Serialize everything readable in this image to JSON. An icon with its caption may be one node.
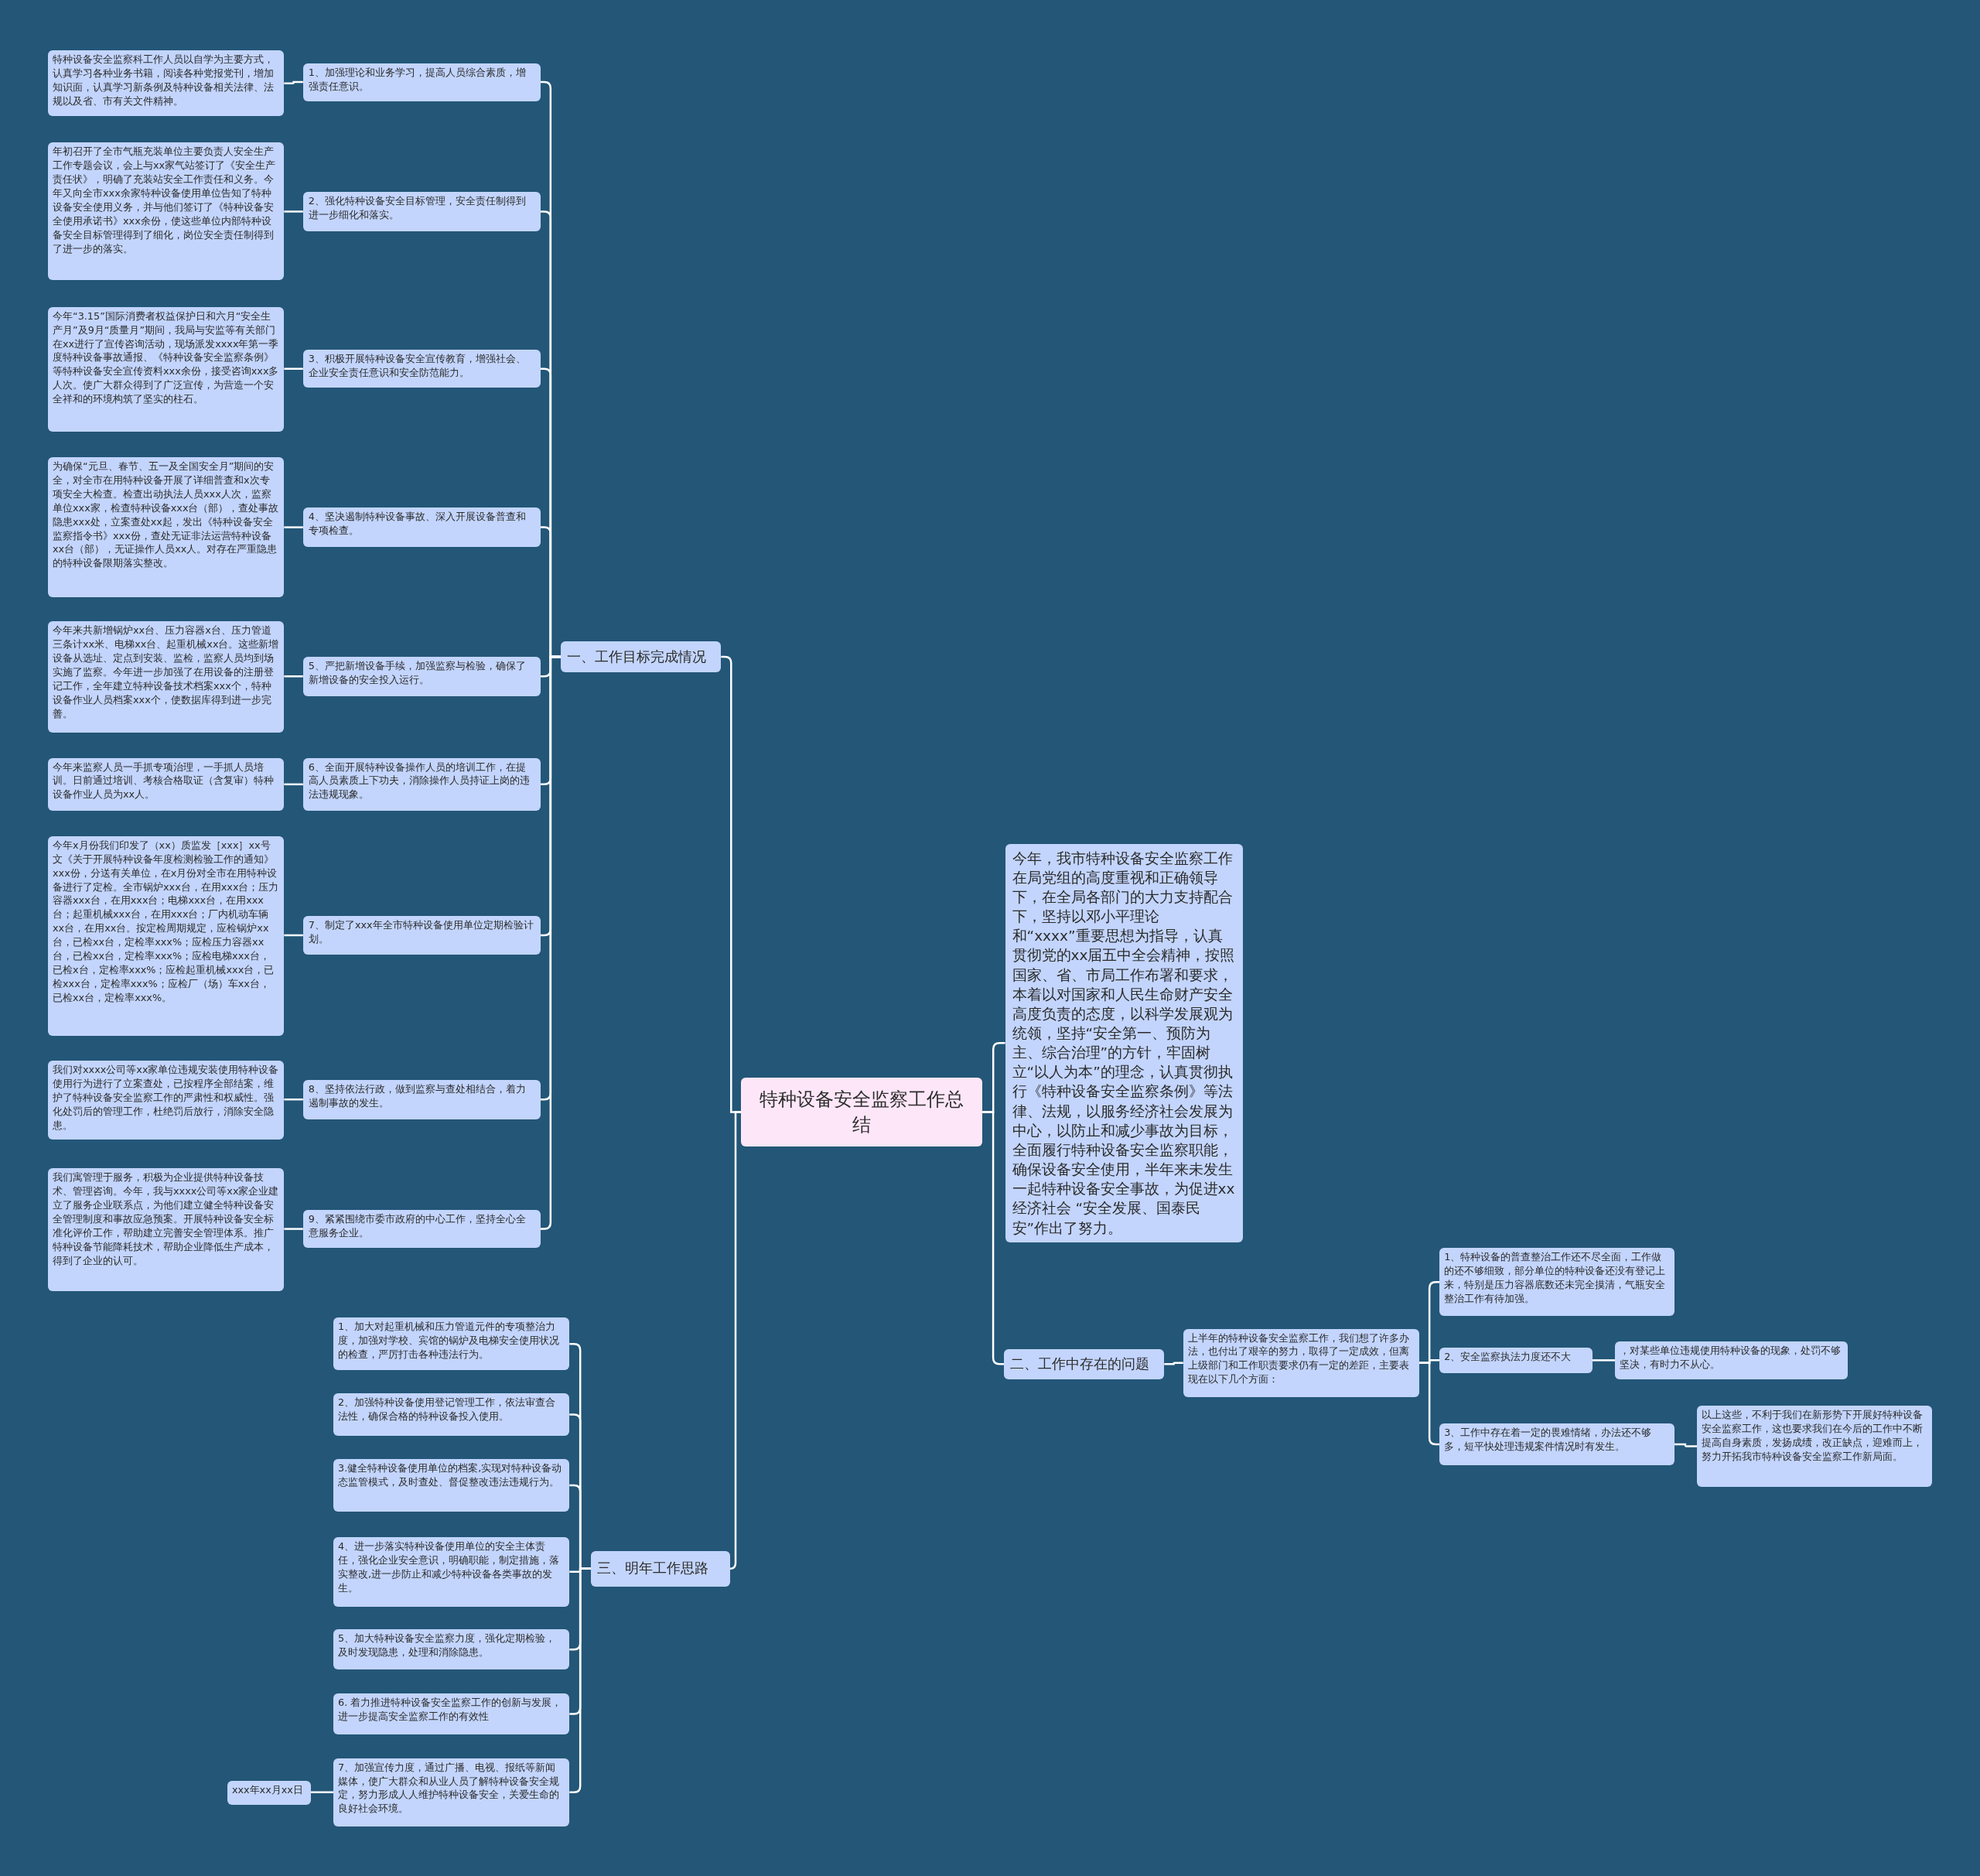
{
  "diagram": {
    "nodes": [
      {
        "text": [
          "特种设备安全监察工作总结"
        ]
      },
      {
        "text": [
          "今年，我市特种设备安全监察工作在局党组的高度重视和正确领导下，在全局各部门的大力支持配合下，坚持以邓小平理论和“xxxx”重要思想为指导，认真贯彻党的xx届五中全会精神，按照国家、省、市局工作布署和要求，本着以对国家和人民生命财产安全高度负责的态度，以科学发展观为统领，坚持“安全第一、预防为主、综合治理”的方针，牢固树立“以人为本”的理念，认真贯彻执行《特种设备安全监察条例》等法律、法规，以服务经济社会发展为中心，以防止和减少事故为目标，全面履行特种设备安全监察职能，确保设备安全使用，半年来未发生一起特种设备安全事故，为促进xx经济社会 “安全发展、国泰民安”作出了努力。"
        ]
      },
      {
        "text": [
          "一、工作目标完成情况"
        ]
      },
      {
        "text": [
          "1、加强理论和业务学习，提高人员综合素质，增强责任意识。"
        ]
      },
      {
        "text": [
          "特种设备安全监察科工作人员以自学为主要方式，认真学习各种业务书籍，阅读各种党报党刊，增加知识面，认真学习新条例及特种设备相关法律、法规以及省、市有关文件精神。"
        ]
      },
      {
        "text": [
          "2、强化特种设备安全目标管理，安全责任制得到进一步细化和落实。"
        ]
      },
      {
        "text": [
          "年初召开了全市气瓶充装单位主要负责人安全生产工作专题会议，会上与xx家气站签订了《安全生产责任状》，明确了充装站安全工作责任和义务。今年又向全市xxx余家特种设备使用单位告知了特种设备安全使用义务，并与他们签订了《特种设备安全使用承诺书》xxx余份，使这些单位内部特种设备安全目标管理得到了细化，岗位安全责任制得到了进一步的落实。"
        ]
      },
      {
        "text": [
          "3、积极开展特种设备安全宣传教育，增强社会、企业安全责任意识和安全防范能力。"
        ]
      },
      {
        "text": [
          "今年“3.15”国际消费者权益保护日和六月“安全生产月”及9月“质量月”期间，我局与安监等有关部门在xx进行了宣传咨询活动，现场派发xxxx年第一季度特种设备事故通报、《特种设备安全监察条例》等特种设备安全宣传资料xxx余份，接受咨询xxx多人次。使广大群众得到了广泛宣传，为营造一个安全祥和的环境构筑了坚实的柱石。"
        ]
      },
      {
        "text": [
          "4、坚决遏制特种设备事故、深入开展设备普查和专项检查。"
        ]
      },
      {
        "text": [
          "为确保“元旦、春节、五一及全国安全月”期间的安全，对全市在用特种设备开展了详细普查和x次专项安全大检查。检查出动执法人员xxx人次，监察单位xxx家，检查特种设备xxx台（部），查处事故隐患xxx处，立案查处xx起，发出《特种设备安全监察指令书》xxx份，查处无证非法运营特种设备xx台（部），无证操作人员xx人。对存在严重隐患的特种设备限期落实整改。"
        ]
      },
      {
        "text": [
          "5、严把新增设备手续，加强监察与检验，确保了新增设备的安全投入运行。"
        ]
      },
      {
        "text": [
          "今年来共新增锅炉xx台、压力容器x台、压力管道三条计xx米、电梯xx台、起重机械xx台。这些新增设备从选址、定点到安装、监检，监察人员均到场实施了监察。今年进一步加强了在用设备的注册登记工作，全年建立特种设备技术档案xxx个，特种设备作业人员档案xxx个，使数据库得到进一步完善。"
        ]
      },
      {
        "text": [
          "6、全面开展特种设备操作人员的培训工作，在提高人员素质上下功夫，消除操作人员持证上岗的违法违规现象。"
        ]
      },
      {
        "text": [
          "今年来监察人员一手抓专项治理，一手抓人员培训。日前通过培训、考核合格取证（含复审）特种设备作业人员为xx人。"
        ]
      },
      {
        "text": [
          "7、制定了xxx年全市特种设备使用单位定期检验计划。"
        ]
      },
      {
        "text": [
          "今年x月份我们印发了（xx）质监发［xxx］xx号文《关于开展特种设备年度检测检验工作的通知》xxx份，分送有关单位，在x月份对全市在用特种设备进行了定检。全市锅炉xxx台，在用xxx台；压力容器xxx台，在用xxx台；电梯xxx台，在用xxx台；起重机械xxx台，在用xxx台；厂内机动车辆xx台，在用xx台。按定检周期规定，应检锅炉xx台，已检xx台，定检率xxx%；应检压力容器xx台，已检xx台，定检率xxx%；应检电梯xxx台，已检x台，定检率xxx%；应检起重机械xxx台，已检xxx台，定检率xxx%；应检厂（场）车xx台，已检xx台，定检率xxx%。"
        ]
      },
      {
        "text": [
          "8、坚持依法行政，做到监察与查处相结合，着力遏制事故的发生。"
        ]
      },
      {
        "text": [
          "我们对xxxx公司等xx家单位违规安装使用特种设备使用行为进行了立案查处，已按程序全部结案，维护了特种设备安全监察工作的严肃性和权威性。强化处罚后的管理工作，杜绝罚后放行，消除安全隐患。"
        ]
      },
      {
        "text": [
          "9、紧紧围绕市委市政府的中心工作，坚持全心全意服务企业。"
        ]
      },
      {
        "text": [
          "我们寓管理于服务，积极为企业提供特种设备技术、管理咨询。今年，我与xxxx公司等xx家企业建立了服务企业联系点，为他们建立健全特种设备安全管理制度和事故应急预案。开展特种设备安全标准化评价工作，帮助建立完善安全管理体系。推广特种设备节能降耗技术，帮助企业降低生产成本，得到了企业的认可。"
        ]
      },
      {
        "text": [
          "二、工作中存在的问题"
        ]
      },
      {
        "text": [
          "上半年的特种设备安全监察工作，我们想了许多办法，也付出了艰辛的努力，取得了一定成效，但离上级部门和工作职责要求仍有一定的差距，主要表现在以下几个方面："
        ]
      },
      {
        "text": [
          "1、特种设备的普查整治工作还不尽全面，工作做的还不够细致，部分单位的特种设备还没有登记上来，特别是压力容器底数还未完全摸清，气瓶安全整治工作有待加强。"
        ]
      },
      {
        "text": [
          "2、安全监察执法力度还不大"
        ]
      },
      {
        "text": [
          "，对某些单位违规使用特种设备的现象，处罚不够坚决，有时力不从心。"
        ]
      },
      {
        "text": [
          "3、工作中存在着一定的畏难情绪，办法还不够多，短平快处理违规案件情况时有发生。"
        ]
      },
      {
        "text": [
          "以上这些，不利于我们在新形势下开展好特种设备安全监察工作，这也要求我们在今后的工作中不断提高自身素质，发扬成绩，改正缺点，迎难而上，努力开拓我市特种设备安全监察工作新局面。"
        ]
      },
      {
        "text": [
          "三、明年工作思路"
        ]
      },
      {
        "text": [
          "1、加大对起重机械和压力管道元件的专项整治力度，加强对学校、宾馆的锅炉及电梯安全使用状况的检查，严厉打击各种违法行为。"
        ]
      },
      {
        "text": [
          "2、加强特种设备使用登记管理工作，依法审查合法性，确保合格的特种设备投入使用。"
        ]
      },
      {
        "text": [
          "3.健全特种设备使用单位的档案,实现对特种设备动态监管模式，及时查处、督促整改违法违规行为。"
        ]
      },
      {
        "text": [
          "4、进一步落实特种设备使用单位的安全主体责任，强化企业安全意识，明确职能，制定措施，落实整改,进一步防止和减少特种设备各类事故的发生。"
        ]
      },
      {
        "text": [
          "5、加大特种设备安全监察力度，强化定期检验，及时发现隐患，处理和消除隐患。"
        ]
      },
      {
        "text": [
          "6. 着力推进特种设备安全监察工作的创新与发展，进一步提高安全监察工作的有效性"
        ]
      },
      {
        "text": [
          "7、加强宣传力度，通过广播、电视、报纸等新闻媒体，使广大群众和从业人员了解特种设备安全规定，努力形成人人维护特种设备安全，关爱生命的良好社会环境。"
        ]
      },
      {
        "text": [
          "xxx年xx月xx日"
        ]
      }
    ],
    "edges": [
      {
        "from": 0,
        "to": 2,
        "arrow": "none"
      },
      {
        "from": 0,
        "to": 1,
        "arrow": "none"
      },
      {
        "from": 0,
        "to": 21,
        "arrow": "none"
      },
      {
        "from": 0,
        "to": 28,
        "arrow": "none"
      },
      {
        "from": 2,
        "to": 3,
        "arrow": "none"
      },
      {
        "from": 2,
        "to": 5,
        "arrow": "none"
      },
      {
        "from": 2,
        "to": 7,
        "arrow": "none"
      },
      {
        "from": 2,
        "to": 9,
        "arrow": "none"
      },
      {
        "from": 2,
        "to": 11,
        "arrow": "none"
      },
      {
        "from": 2,
        "to": 13,
        "arrow": "none"
      },
      {
        "from": 2,
        "to": 15,
        "arrow": "none"
      },
      {
        "from": 2,
        "to": 17,
        "arrow": "none"
      },
      {
        "from": 2,
        "to": 19,
        "arrow": "none"
      },
      {
        "from": 3,
        "to": 4,
        "arrow": "none"
      },
      {
        "from": 5,
        "to": 6,
        "arrow": "none"
      },
      {
        "from": 7,
        "to": 8,
        "arrow": "none"
      },
      {
        "from": 9,
        "to": 10,
        "arrow": "none"
      },
      {
        "from": 11,
        "to": 12,
        "arrow": "none"
      },
      {
        "from": 13,
        "to": 14,
        "arrow": "none"
      },
      {
        "from": 15,
        "to": 16,
        "arrow": "none"
      },
      {
        "from": 17,
        "to": 18,
        "arrow": "none"
      },
      {
        "from": 19,
        "to": 20,
        "arrow": "none"
      },
      {
        "from": 21,
        "to": 22,
        "arrow": "none"
      },
      {
        "from": 22,
        "to": 23,
        "arrow": "none"
      },
      {
        "from": 22,
        "to": 24,
        "arrow": "none"
      },
      {
        "from": 22,
        "to": 26,
        "arrow": "none"
      },
      {
        "from": 24,
        "to": 25,
        "arrow": "none"
      },
      {
        "from": 26,
        "to": 27,
        "arrow": "none"
      },
      {
        "from": 28,
        "to": 29,
        "arrow": "none"
      },
      {
        "from": 28,
        "to": 30,
        "arrow": "none"
      },
      {
        "from": 28,
        "to": 31,
        "arrow": "none"
      },
      {
        "from": 28,
        "to": 32,
        "arrow": "none"
      },
      {
        "from": 28,
        "to": 33,
        "arrow": "none"
      },
      {
        "from": 28,
        "to": 34,
        "arrow": "none"
      },
      {
        "from": 28,
        "to": 35,
        "arrow": "none"
      },
      {
        "from": 35,
        "to": 36,
        "arrow": "none"
      }
    ]
  }
}
